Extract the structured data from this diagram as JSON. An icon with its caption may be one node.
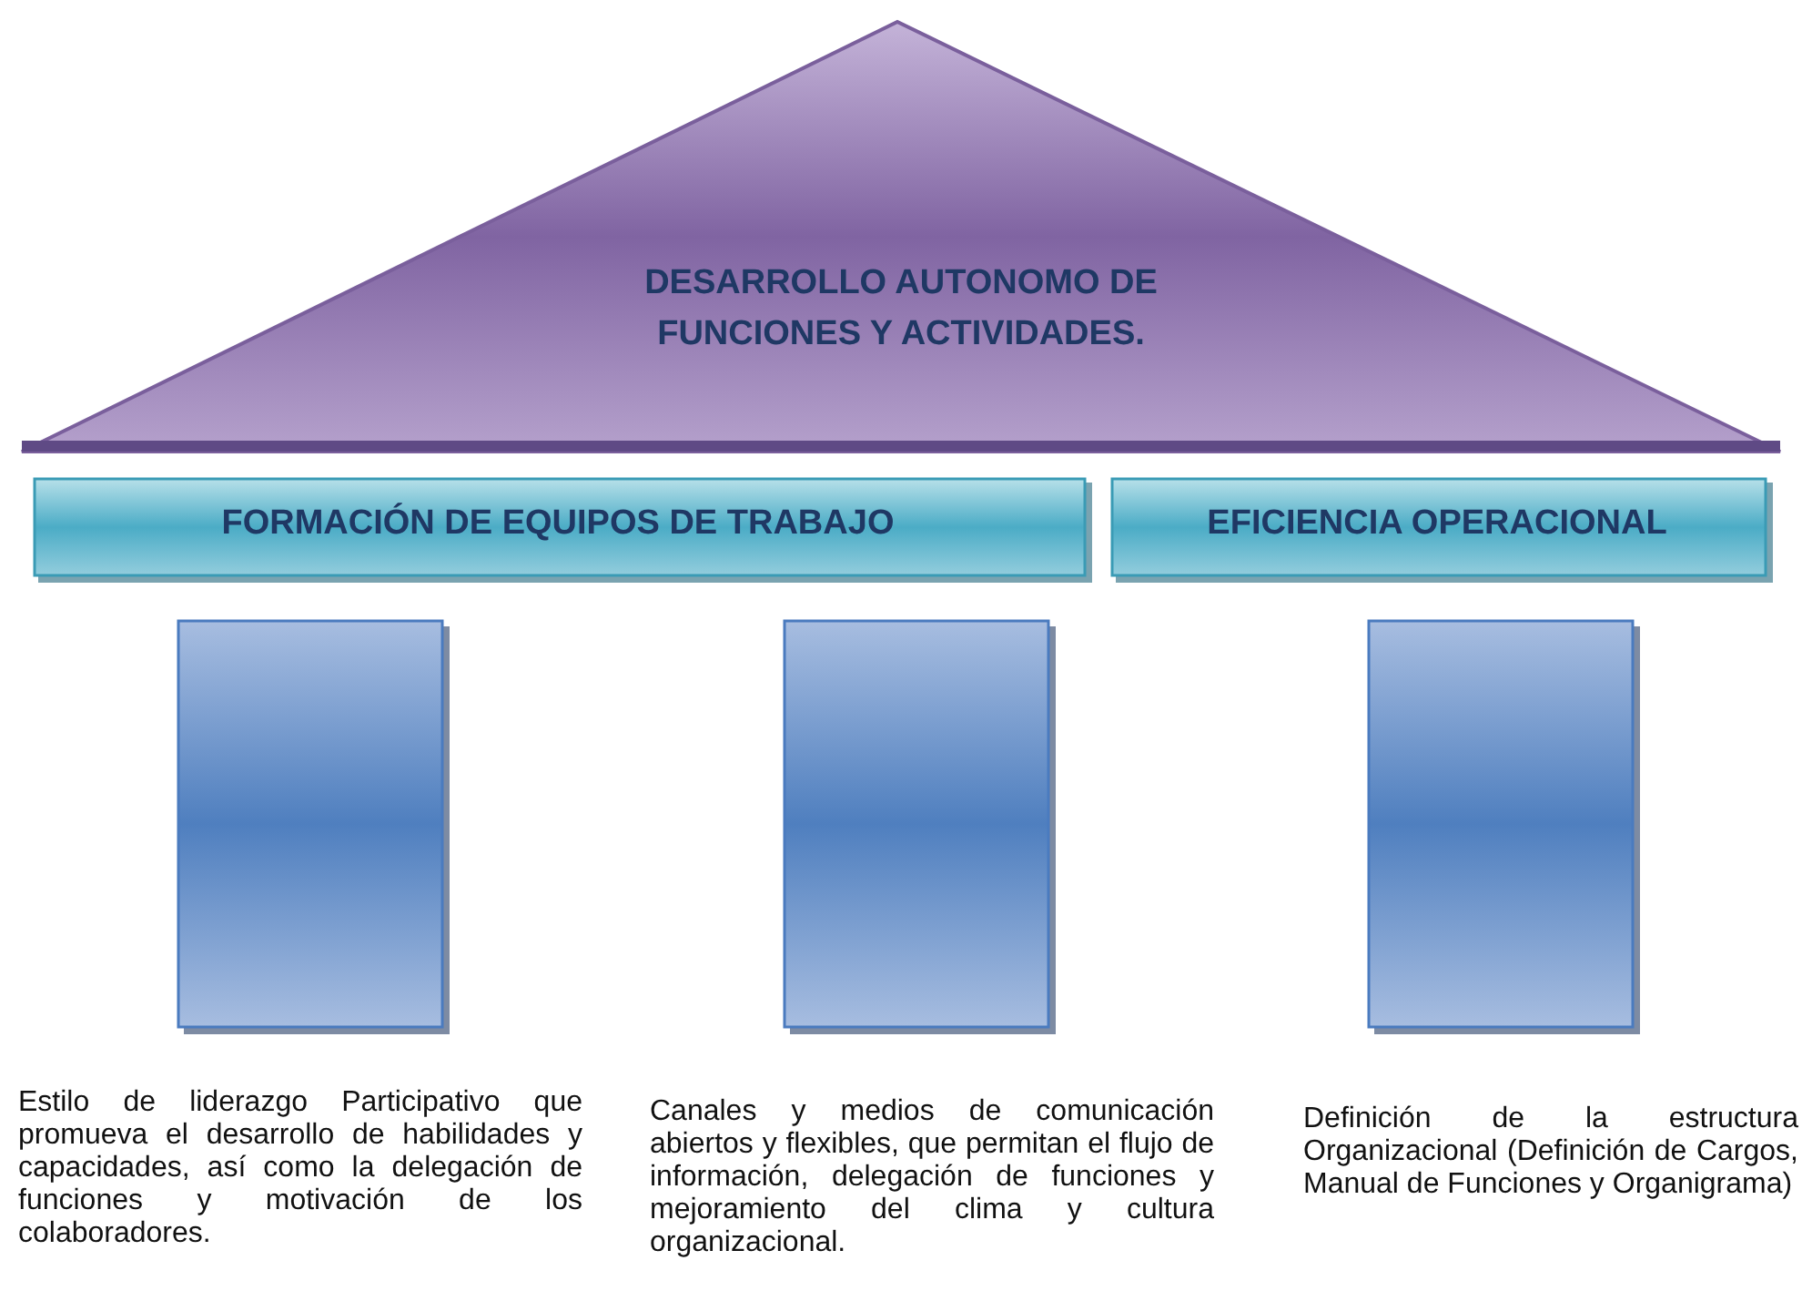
{
  "diagram": {
    "nodes": [
      {
        "text": [
          "DESARROLLO AUTONOMO DE FUNCIONES Y ACTIVIDADES."
        ]
      },
      {
        "text": [
          "FORMACIÓN DE EQUIPOS DE TRABAJO"
        ]
      },
      {
        "text": [
          "EFICIENCIA OPERACIONAL"
        ]
      },
      {
        "text": [],
        "shape": "box",
        "beside": [
          "Estilo de liderazgo Participativo que promueva el desarrollo de habilidades y capacidades, así como la delegación de funciones y motivación de los colaboradores."
        ]
      },
      {
        "text": [],
        "shape": "box",
        "beside": [
          "Canales y medios de comunicación abiertos y flexibles, que permitan el flujo de información, delegación de funciones y mejoramiento del clima y cultura organizacional."
        ]
      },
      {
        "text": [],
        "shape": "box",
        "beside": [
          "Definición de la estructura Organizacional (Definición de Cargos, Manual de Funciones y Organigrama)"
        ]
      }
    ]
  }
}
